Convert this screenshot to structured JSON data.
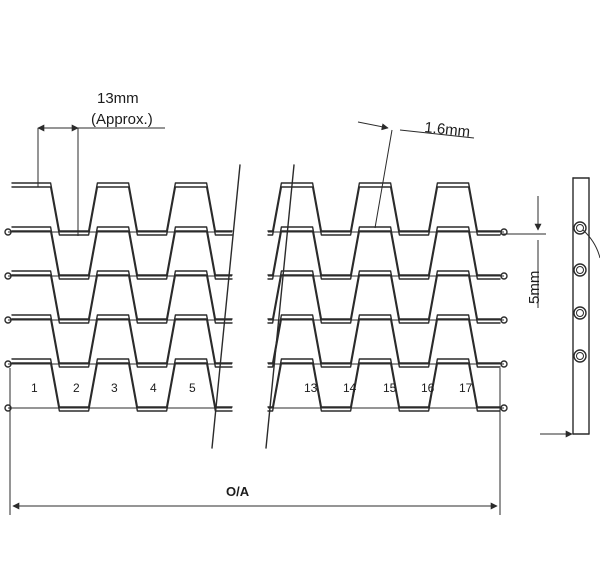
{
  "dimensions": {
    "pitch": {
      "line1": "13mm",
      "line2": "(Approx.)"
    },
    "wire": "1.6mm",
    "spacing": "5mm",
    "overall": "O/A"
  },
  "pitch_numbers_left": [
    "1",
    "2",
    "3",
    "4",
    "5"
  ],
  "pitch_numbers_right": [
    "13",
    "14",
    "15",
    "16",
    "17"
  ],
  "colors": {
    "line": "#2b2b2b",
    "background": "#ffffff"
  }
}
